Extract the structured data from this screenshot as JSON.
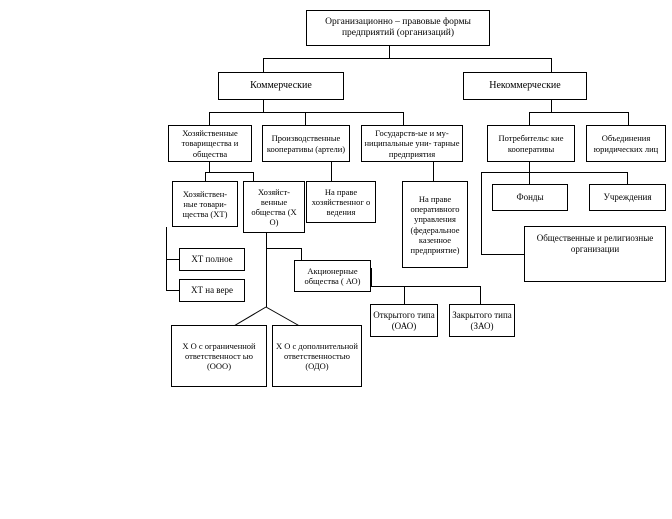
{
  "diagram": {
    "title_text": "Организационно – правовые формы предприятий (организаций)",
    "type": "organizational-hierarchy-chart",
    "language": "ru",
    "colors": {
      "background": "#ffffff",
      "border": "#000000",
      "text": "#000000",
      "connector": "#000000"
    },
    "nodes": {
      "root": "Организационно – правовые формы предприятий (организаций)",
      "commercial": "Коммерческие",
      "noncommercial": "Некоммерческие",
      "partnerships_societies": "Хозяйственные товарищества и общества",
      "production_coop": "Производственные кооперативы (артели)",
      "state_municipal": "Государств-ые и му- ниципальные уни- тарные предприятия",
      "consumer_coop": "Потребительс кие кооперативы",
      "legal_unions": "Объединения юридических лиц",
      "ht": "Хозяйствен- ные товари- щества (ХТ)",
      "ho": "Хозяйст- венные общества (Х О)",
      "right_econ": "На праве хозяйственног о ведения",
      "right_oper": "На праве оперативного управления (федеральное казенное предприятие)",
      "funds": "Фонды",
      "institutions": "Учреждения",
      "public_religious": "Общественные и религиозные организации",
      "ht_full": "ХТ полное",
      "ht_faith": "ХТ на вере",
      "ao": "Акционерные общества ( АО)",
      "ooo": "Х О с ограниченной ответственност ью (ООО)",
      "odo": "Х О с дополнительной ответственностью (ОДО)",
      "oao": "Открытого типа (ОАО)",
      "zao": "Закрытого типа (ЗАО)"
    }
  }
}
